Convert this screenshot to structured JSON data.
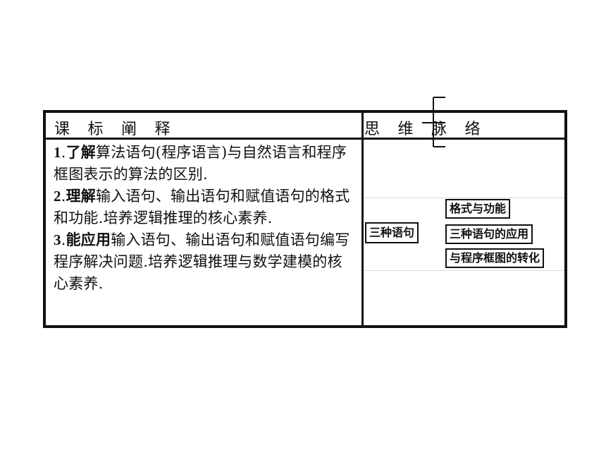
{
  "header": {
    "left": [
      "课",
      "标",
      "阐",
      "释"
    ],
    "right": [
      "思",
      "维",
      "脉",
      "络"
    ]
  },
  "objectives": [
    {
      "num": "1",
      "keyword": "了解",
      "text": "算法语句(程序语言)与自然语言和程序框图表示的算法的区别."
    },
    {
      "num": "2",
      "keyword": "理解",
      "text": "输入语句、输出语句和赋值语句的格式和功能.培养逻辑推理的核心素养."
    },
    {
      "num": "3",
      "keyword": "能应用",
      "text": "输入语句、输出语句和赋值语句编写程序解决问题.培养逻辑推理与数学建模的核心素养."
    }
  ],
  "mindmap": {
    "root": "三种语句",
    "children": [
      "格式与功能",
      "三种语句的应用",
      "与程序框图的转化"
    ]
  }
}
